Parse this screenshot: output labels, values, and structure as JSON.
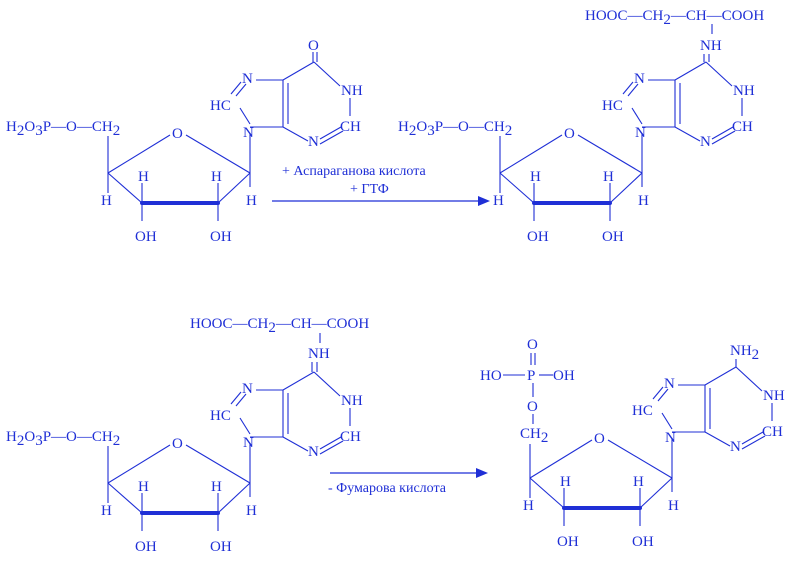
{
  "labels": {
    "H": "H",
    "OH": "OH",
    "N": "N",
    "O": "O",
    "HC": "HC",
    "NH": "NH",
    "CH": "CH",
    "H2": "H",
    "sub2": "2",
    "sub3": "3",
    "phosphate_left": "H",
    "phosphate_o": "O",
    "phosphate_p": "P",
    "phosphate_tail": "O—CH",
    "asp_chain_hooc": "HOOC—CH",
    "asp_chain_mid": "—CH—COOH",
    "ho_p_oh_ho": "HO",
    "ho_p_oh_p": "P",
    "ho_p_oh_oh": "OH",
    "nh2": "NH",
    "ch2": "CH"
  },
  "reactions": {
    "step1_line1": "+ Аспараганова кислота",
    "step1_line2": "+ ГТФ",
    "step2_line1": "- Фумарова кислота"
  },
  "colors": {
    "ink": "#1f2fd6"
  }
}
